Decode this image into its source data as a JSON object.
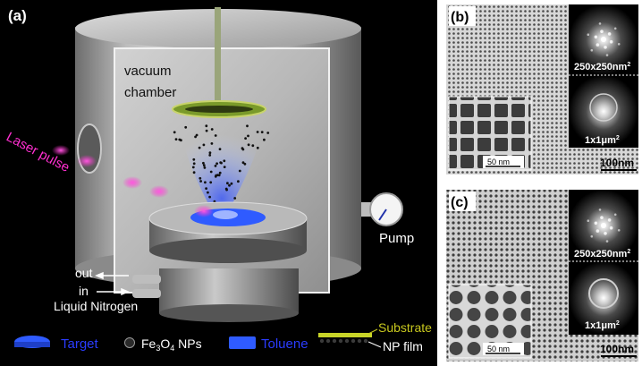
{
  "panels": {
    "a": {
      "tag": "(a)",
      "labels": {
        "vacuum": "vacuum",
        "chamber": "chamber",
        "laser": "Laser pulse",
        "pump": "Pump",
        "out": "out",
        "in": "in",
        "nitrogen": "Liquid Nitrogen"
      },
      "legend": {
        "target": "Target",
        "nps_prefix": "Fe",
        "nps_sub1": "3",
        "nps_mid": "O",
        "nps_sub2": "4",
        "nps_suffix": " NPs",
        "toluene": "Toluene",
        "substrate": "Substrate",
        "np_film": "NP film"
      }
    },
    "b": {
      "tag": "(b)",
      "fft_top_base": "250x250nm",
      "fft_top_sup": "2",
      "fft_bottom_base": "1x1μm",
      "fft_bottom_sup": "2",
      "inset_scale": "50 nm",
      "scale": "100nm"
    },
    "c": {
      "tag": "(c)",
      "fft_top_base": "250x250nm",
      "fft_top_sup": "2",
      "fft_bottom_base": "1x1μm",
      "fft_bottom_sup": "2",
      "inset_scale": "50 nm",
      "scale": "100nm"
    }
  },
  "colors": {
    "background_a": "#000000",
    "laser": "#ff2fd0",
    "legend_text": "#2a3cff",
    "substrate_text": "#c8c81e",
    "plume": "#6f8cff"
  }
}
